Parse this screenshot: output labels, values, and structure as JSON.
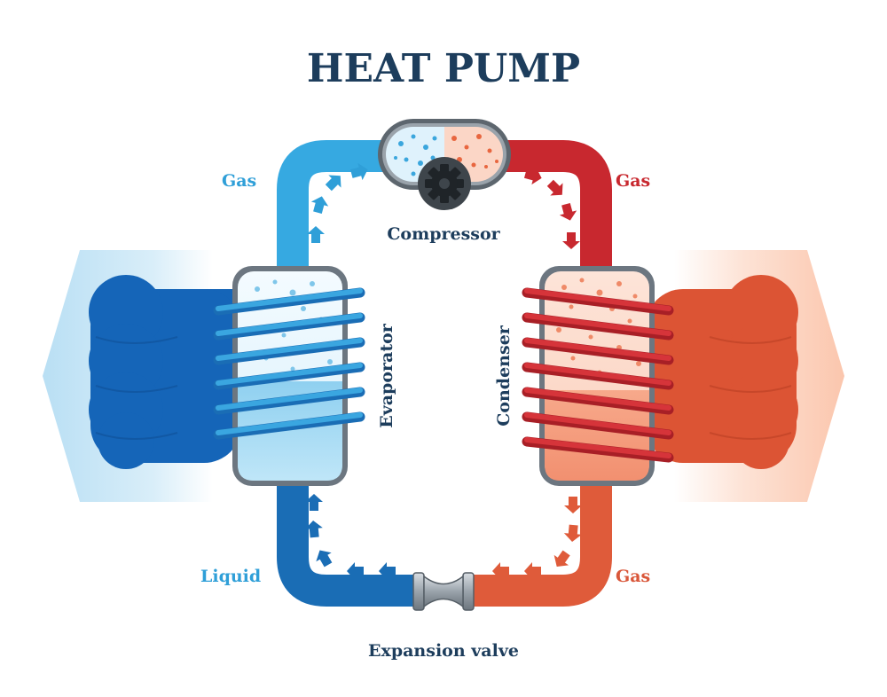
{
  "title": "HEAT PUMP",
  "labels": {
    "gas_left": "Gas",
    "gas_right_top": "Gas",
    "gas_right_bottom": "Gas",
    "liquid": "Liquid",
    "compressor": "Compressor",
    "evaporator": "Evaporator",
    "condenser": "Condenser",
    "expansion_valve": "Expansion valve"
  },
  "colors": {
    "title": "#1d3d5c",
    "cold_pipe": "#2f9fd8",
    "cold_pipe_dark": "#1a6db5",
    "hot_pipe": "#c8282f",
    "hot_pipe_light": "#d9573a",
    "cold_air": "#1565b8",
    "hot_air": "#dc5434"
  },
  "icons": [
    "gear-icon",
    "flow-arrow-icon",
    "air-arrow-icon",
    "valve-icon"
  ]
}
